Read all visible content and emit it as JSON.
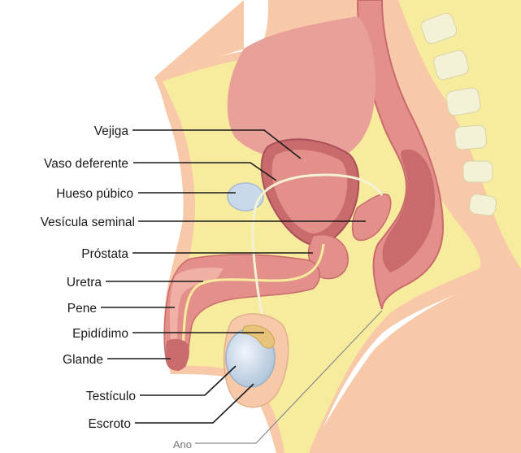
{
  "labels": {
    "bladder": "Vejiga",
    "vas_deferens": "Vaso deferente",
    "pubic_bone": "Hueso púbico",
    "seminal_vesicle": "Vesícula seminal",
    "prostate": "Próstata",
    "urethra": "Uretra",
    "penis": "Pene",
    "epididymis": "Epidídimo",
    "glans": "Glande",
    "testicle": "Testículo",
    "scrotum": "Escroto",
    "anus": "Ano"
  },
  "colors": {
    "skin": "#f7c9a9",
    "fat": "#f7ec9e",
    "organ": "#e3908a",
    "organ_dark": "#c96a6c",
    "bone": "#f4f2d6",
    "testis": "#c9d9e9"
  }
}
